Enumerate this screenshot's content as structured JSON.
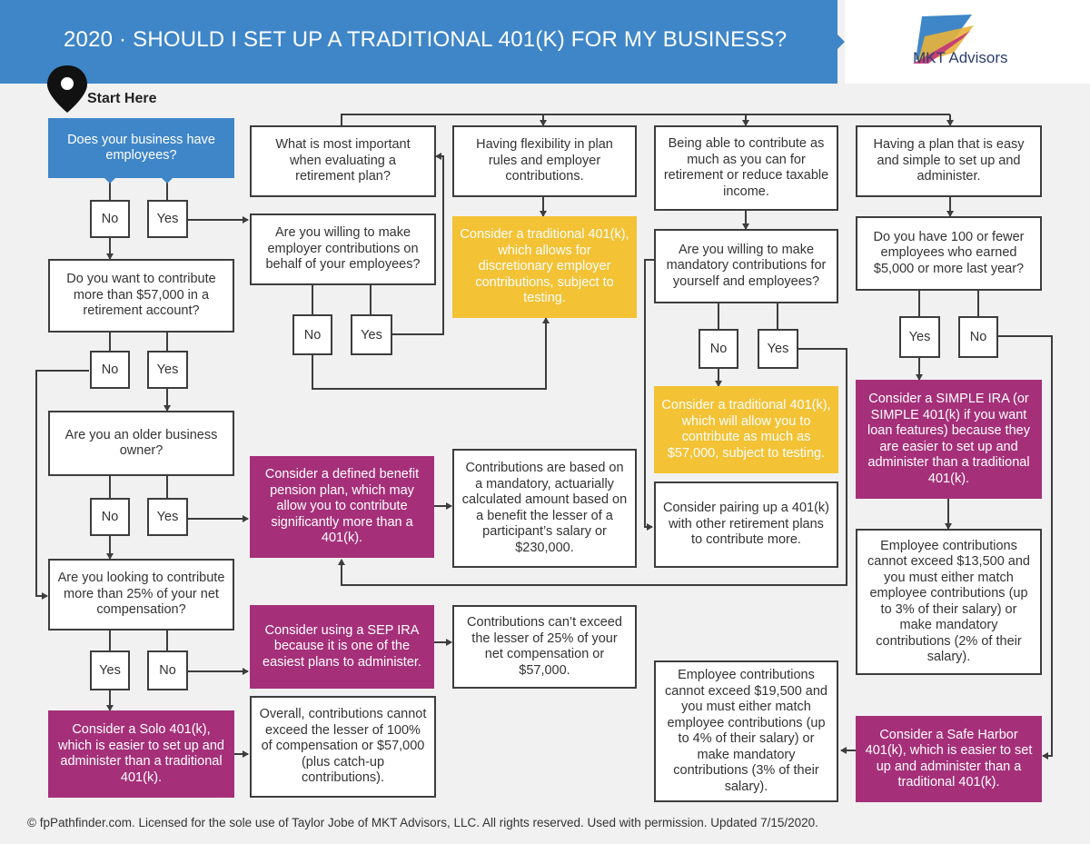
{
  "header": {
    "title": "2020 · SHOULD I SET UP A TRADITIONAL 401(K) FOR MY BUSINESS?"
  },
  "logo": {
    "text": "MKT Advisors"
  },
  "start": {
    "label": "Start Here"
  },
  "nodes": {
    "has_employees": "Does your business have employees?",
    "contribute_57k": "Do you want to contribute more than $57,000 in a retirement account?",
    "older_owner": "Are you an older business owner?",
    "contribute_25pct": "Are you looking to contribute more than 25% of your net compensation?",
    "solo_401k": "Consider a Solo 401(k), which is easier to set up and administer than a traditional 401(k).",
    "solo_limits": "Overall, contributions cannot exceed the lesser of 100% of compensation or $57,000 (plus catch-up contributions).",
    "what_important": "What is most important when evaluating a retirement plan?",
    "willing_employer": "Are you willing to make employer contributions on behalf of your employees?",
    "defined_benefit": "Consider a defined benefit pension plan, which may allow you to contribute significantly more than a 401(k).",
    "db_limits": "Contributions are based on a mandatory, actuarially calculated amount based on a benefit the lesser of a participant’s salary or $230,000.",
    "sep_ira": "Consider using a SEP IRA because it is one of the easiest plans to administer.",
    "sep_limits": "Contributions can’t exceed the lesser of 25% of your net compensation or $57,000.",
    "flexibility": "Having flexibility in plan rules and employer contributions.",
    "trad_discretionary": "Consider a traditional 401(k), which allows for discretionary employer contributions, subject to testing.",
    "contribute_max": "Being able to contribute as much as you can for retirement or reduce taxable income.",
    "willing_mandatory": "Are you willing to make mandatory contributions for yourself and employees?",
    "trad_max": "Consider a traditional 401(k), which will allow you to contribute as much as $57,000, subject to testing.",
    "pairing": "Consider pairing up a 401(k) with other retirement plans to contribute more.",
    "safe_harbor_limits": "Employee contributions cannot exceed $19,500 and you must either match employee contributions (up to 4% of their salary) or make mandatory contributions (3% of their salary).",
    "easy_simple": "Having a plan that is easy and simple to set up and administer.",
    "hundred_employees": "Do you have 100 or fewer employees who earned $5,000 or more last year?",
    "simple_ira": "Consider a SIMPLE IRA (or SIMPLE 401(k) if you want loan features) because they are easier to set up and administer than a traditional 401(k).",
    "simple_limits": "Employee contributions cannot exceed $13,500 and you must either match employee contributions (up to 3% of their salary) or make mandatory contributions (2% of their salary).",
    "safe_harbor": "Consider a Safe Harbor 401(k), which is easier to set up and administer than a traditional 401(k)."
  },
  "answers": {
    "yes": "Yes",
    "no": "No"
  },
  "footer": {
    "text": "© fpPathfinder.com. Licensed for the sole use of Taylor Jobe of MKT Advisors, LLC. All rights reserved. Used with permission. Updated 7/15/2020."
  },
  "colors": {
    "header": "#3f86c8",
    "question_fill": "#3f86c8",
    "yellow": "#f3c235",
    "magenta": "#a53079",
    "line": "#3d3d3d"
  }
}
